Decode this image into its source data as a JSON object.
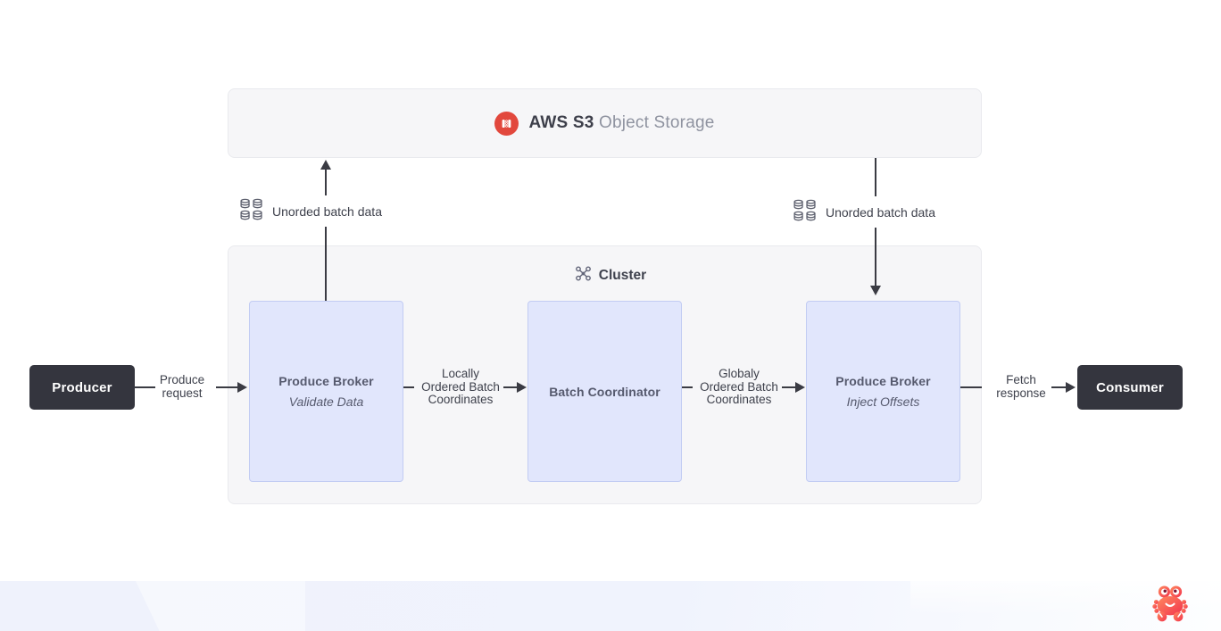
{
  "colors": {
    "accent_red": "#e2483d",
    "node_dark": "#34353e",
    "panel_bg": "#f6f6f8",
    "panel_border": "#e9eaee",
    "blue_fill": "#e1e6fc",
    "blue_border": "#c2ccf3",
    "arrow": "#3a3b43",
    "footer_tint": "#eff2fc",
    "crab_gradient_start": "#ff8a5f",
    "crab_gradient_end": "#f2334d"
  },
  "s3": {
    "title_bold": "AWS S3",
    "title_rest": "Object Storage"
  },
  "cluster": {
    "title": "Cluster"
  },
  "nodes": {
    "producer": {
      "label": "Producer"
    },
    "consumer": {
      "label": "Consumer"
    },
    "broker_validate": {
      "title": "Produce Broker",
      "subtitle": "Validate Data"
    },
    "batch_coordinator": {
      "title": "Batch Coordinator"
    },
    "broker_inject": {
      "title": "Produce Broker",
      "subtitle": "Inject Offsets"
    }
  },
  "edges": {
    "produce_request": "Produce\nrequest",
    "locally_ordered": "Locally\nOrdered Batch\nCoordinates",
    "globally_ordered": "Globaly\nOrdered Batch\nCoordinates",
    "fetch_response": "Fetch\nresponse",
    "unordered_left": "Unorded batch data",
    "unordered_right": "Unorded batch data"
  },
  "icons": {
    "s3": "s3-bucket-icon",
    "cluster": "cluster-nodes-icon",
    "batch_data": "database-grid-icon",
    "mascot": "crab-mascot-icon"
  }
}
